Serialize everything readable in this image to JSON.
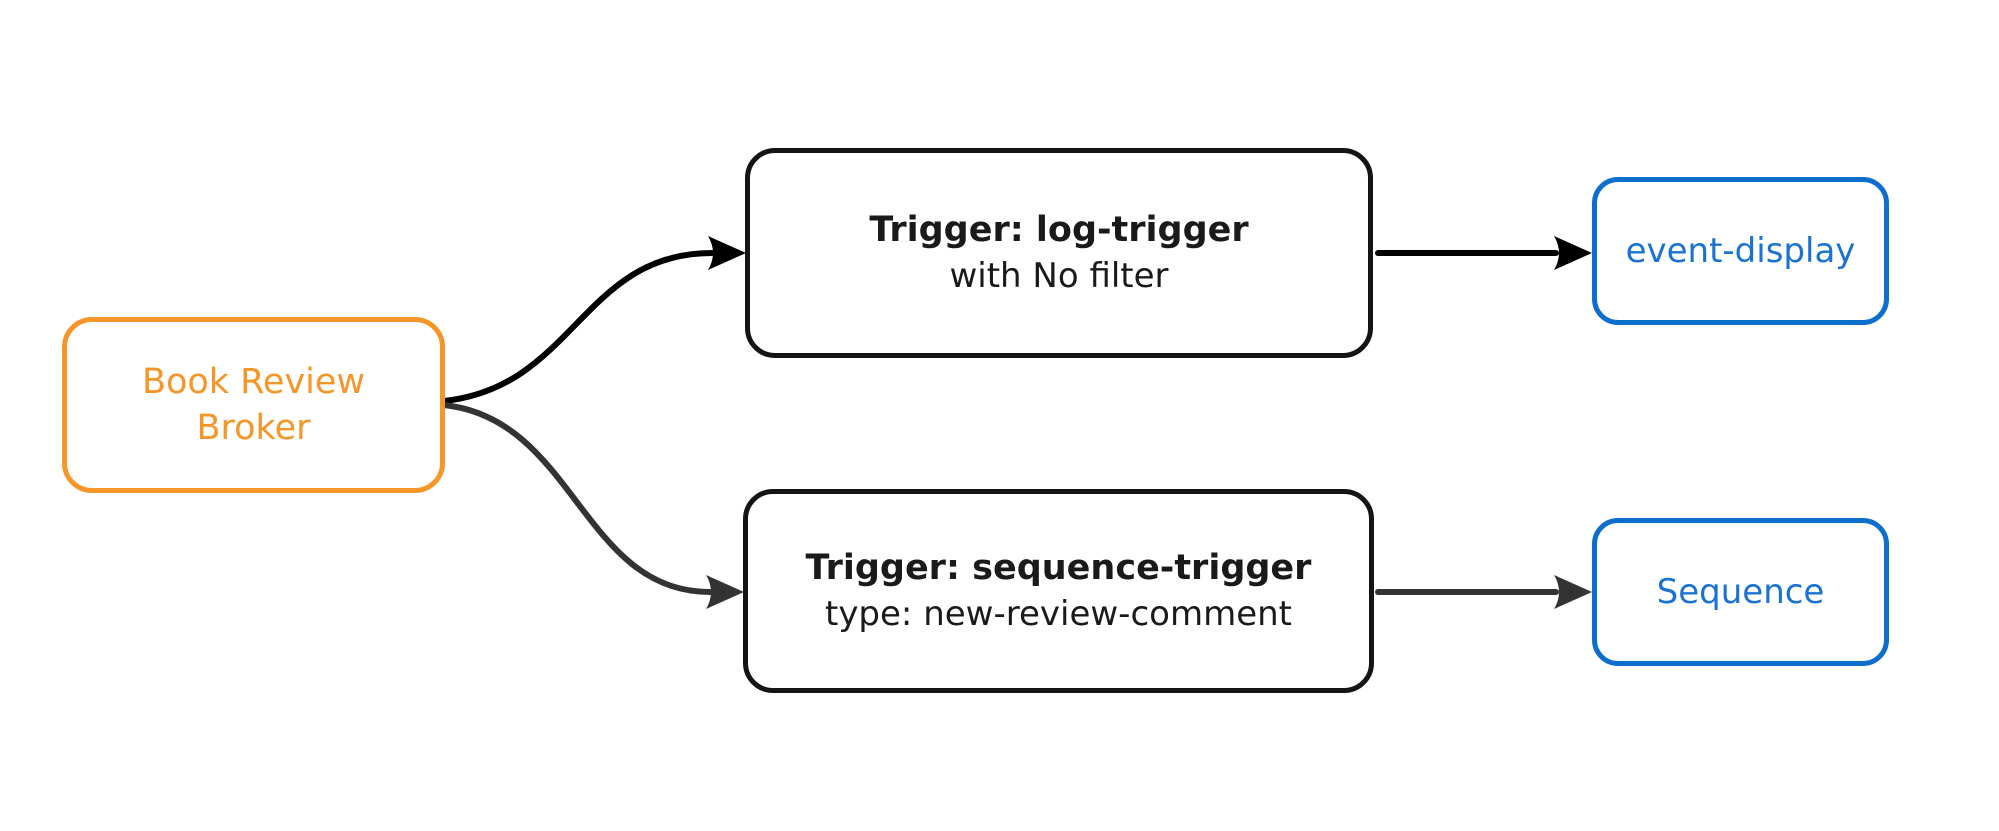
{
  "diagram": {
    "nodes": {
      "broker": {
        "label_line1": "Book Review",
        "label_line2": "Broker"
      },
      "log_trigger": {
        "title": "Trigger: log-trigger",
        "subtitle": "with No filter"
      },
      "sequence_trigger": {
        "title": "Trigger: sequence-trigger",
        "subtitle": "type: new-review-comment"
      },
      "event_display": {
        "label": "event-display"
      },
      "sequence": {
        "label": "Sequence"
      }
    },
    "edges": [
      {
        "from": "broker",
        "to": "log_trigger"
      },
      {
        "from": "broker",
        "to": "sequence_trigger"
      },
      {
        "from": "log_trigger",
        "to": "event_display"
      },
      {
        "from": "sequence_trigger",
        "to": "sequence"
      }
    ],
    "colors": {
      "background": "#ffffff",
      "broker_accent": "#F69628",
      "trigger_border": "#141414",
      "trigger_text": "#1a1a1a",
      "sink_border": "#0d6ecd",
      "sink_text": "#1a73d2",
      "edge_top": "#000000",
      "edge_bottom": "#333333"
    }
  }
}
